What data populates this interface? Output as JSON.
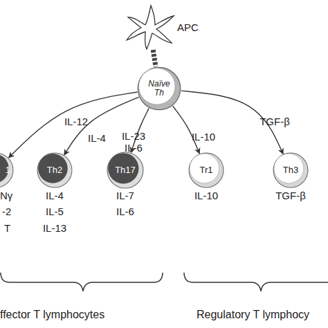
{
  "diagram": {
    "nodes": [
      {
        "text": [
          "APC"
        ]
      },
      {
        "text": [
          "Naïve Th"
        ]
      },
      {
        "text": [
          "1"
        ]
      },
      {
        "text": [
          "Th2"
        ]
      },
      {
        "text": [
          "Th17"
        ]
      },
      {
        "text": [
          "Tr1"
        ]
      },
      {
        "text": [
          "Th3"
        ]
      }
    ],
    "edges": [
      {
        "from": 0,
        "to": 1,
        "arrow": "none"
      },
      {
        "from": 1,
        "to": 2,
        "label": "IL-12",
        "arrow": "to"
      },
      {
        "from": 1,
        "to": 3,
        "label": "IL-4",
        "arrow": "to"
      },
      {
        "from": 1,
        "to": 4,
        "label": "IL-23 IL-6",
        "arrow": "to"
      },
      {
        "from": 1,
        "to": 5,
        "label": "IL-10",
        "arrow": "to"
      },
      {
        "from": 1,
        "to": 6,
        "label": "TGF-β",
        "arrow": "to"
      }
    ],
    "labels": [
      "Nγ",
      "-2",
      "T",
      "IL-4",
      "IL-5",
      "IL-13",
      "IL-7",
      "IL-6",
      "IL-10",
      "TGF-β",
      "ffector T lymphocytes",
      "Regulatory T lymphocy"
    ]
  }
}
